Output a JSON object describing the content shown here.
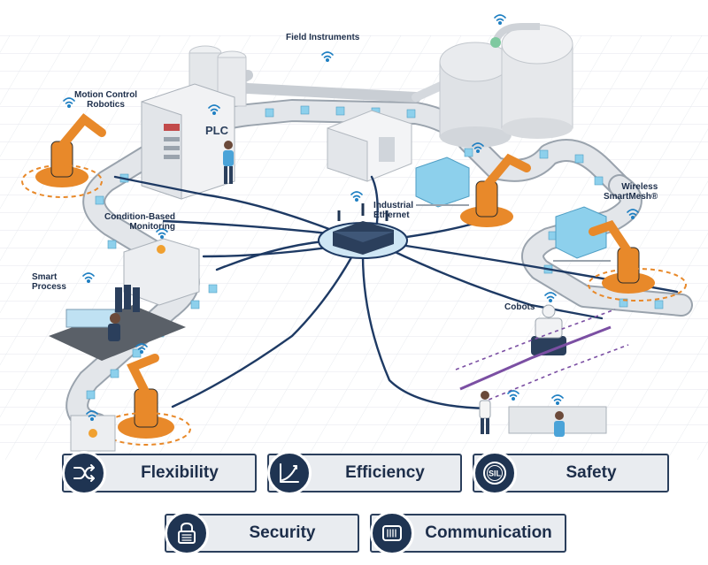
{
  "labels": {
    "field_instruments": "Field Instruments",
    "motion_control_robotics": "Motion Control\nRobotics",
    "plc": "PLC",
    "condition_based_monitoring": "Condition-Based\nMonitoring",
    "industrial_ethernet": "Industrial\nEthernet",
    "wireless_smartmesh": "Wireless\nSmartMesh®",
    "smart_process": "Smart\nProcess",
    "cobots": "Cobots"
  },
  "benefits": {
    "flexibility": "Flexibility",
    "efficiency": "Efficiency",
    "safety": "Safety",
    "security": "Security",
    "communication": "Communication"
  },
  "icons": {
    "flexibility": "shuffle-arrows-icon",
    "efficiency": "growth-gauge-icon",
    "safety": "sil-badge-icon",
    "security": "padlock-icon",
    "communication": "chip-icon",
    "wireless": "wifi-icon"
  },
  "colors": {
    "navy": "#1f3452",
    "cable": "#1e3a64",
    "conveyor": "#e2e5e9",
    "box": "#7ec8e8",
    "robot": "#e8892a",
    "hub": "#cfe6f4",
    "path_purple": "#7b4fa3"
  },
  "sil_text": "SIL"
}
